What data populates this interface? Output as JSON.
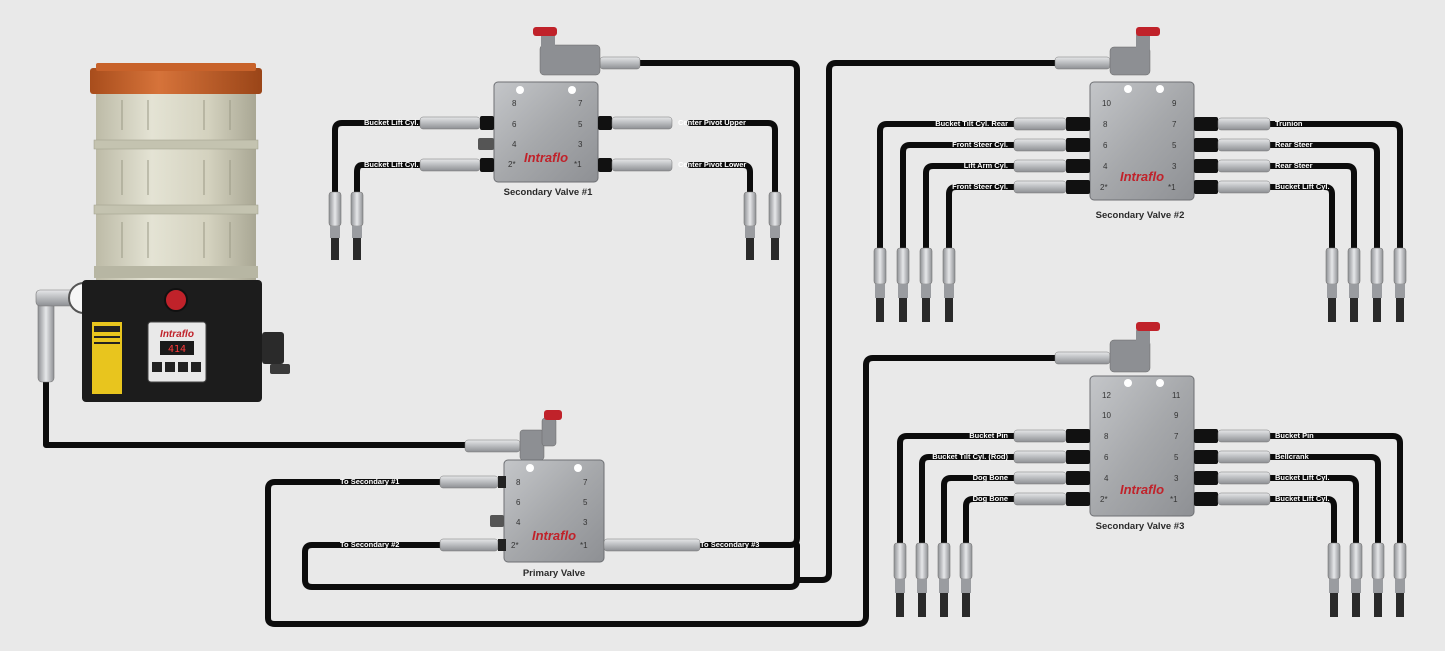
{
  "brand": "Intraflo",
  "pump": {
    "display_value": "414",
    "brand": "Intraflo"
  },
  "primary_valve": {
    "title": "Primary Valve",
    "ports_left": [
      "8",
      "6",
      "4",
      "2*"
    ],
    "ports_right": [
      "7",
      "5",
      "3",
      "*1"
    ],
    "labels": {
      "left_top": "To Secondary #1",
      "left_bottom": "To Secondary #2",
      "right_bottom": "To Secondary #3"
    }
  },
  "secondary_valve_1": {
    "title": "Secondary Valve #1",
    "ports_left": [
      "8",
      "6",
      "4",
      "2*"
    ],
    "ports_right": [
      "7",
      "5",
      "3",
      "*1"
    ],
    "labels_left": [
      "Bucket Lift Cyl.",
      "Bucket Lift Cyl."
    ],
    "labels_right": [
      "Center Pivot Upper",
      "Center Pivot Lower"
    ]
  },
  "secondary_valve_2": {
    "title": "Secondary Valve #2",
    "ports_left": [
      "10",
      "8",
      "6",
      "4",
      "2*"
    ],
    "ports_right": [
      "9",
      "7",
      "5",
      "3",
      "*1"
    ],
    "labels_left": [
      "Bucket Tilt Cyl. Rear",
      "Front Steer Cyl.",
      "Lift Arm Cyl.",
      "Front Steer Cyl."
    ],
    "labels_right": [
      "Trunion",
      "Rear Steer",
      "Rear Steer",
      "Bucket Lift Cyl."
    ]
  },
  "secondary_valve_3": {
    "title": "Secondary Valve #3",
    "ports_left": [
      "12",
      "10",
      "8",
      "6",
      "4",
      "2*"
    ],
    "ports_right": [
      "11",
      "9",
      "7",
      "5",
      "3",
      "*1"
    ],
    "labels_left": [
      "Bucket Pin",
      "Bucket Tilt Cyl. (Rod)",
      "Dog Bone",
      "Dog Bone"
    ],
    "labels_right": [
      "Bucket Pin",
      "Bellcrank",
      "Bucket Lift Cyl.",
      "Bucket Lift Cyl."
    ]
  },
  "colors": {
    "background": "#e9e9e9",
    "hose": "#0c0c0c",
    "valve_body": "#a9abae",
    "brand_red": "#c0222a",
    "pump_lid": "#c8622a",
    "reservoir": "#d2d1c0",
    "label_text": "#ffffff"
  }
}
